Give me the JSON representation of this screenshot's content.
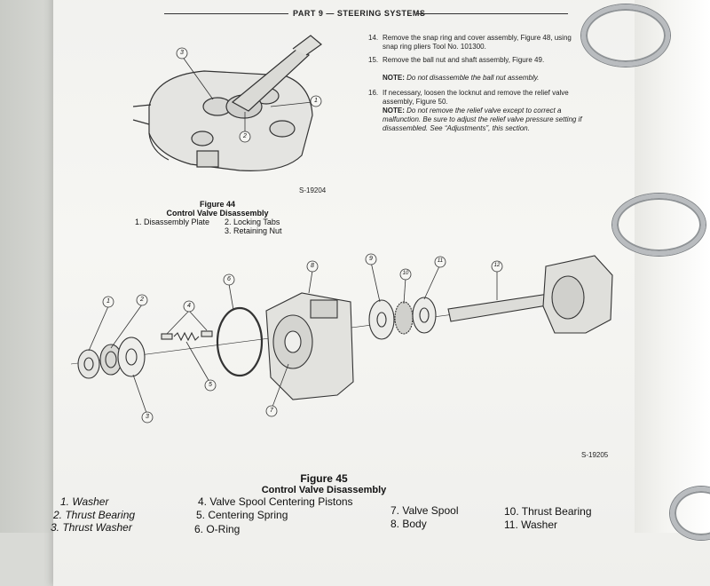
{
  "header": {
    "section": "PART 9 — STEERING SYSTEMS"
  },
  "instructions": [
    {
      "num": "14.",
      "text": "Remove the snap ring and cover assembly, Figure 48, using snap ring pliers Tool No. 101300."
    },
    {
      "num": "15.",
      "text": "Remove the ball nut and shaft assembly, Figure 49."
    },
    {
      "num": "",
      "note_label": "NOTE:",
      "note_text": "Do not disassemble the ball nut assembly."
    },
    {
      "num": "16.",
      "text": "If necessary, loosen the locknut and remove the relief valve assembly, Figure 50."
    },
    {
      "num": "",
      "note_label": "NOTE:",
      "note_text": "Do not remove the relief valve except to correct a malfunction. Be sure to adjust the relief valve pressure setting if disassembled. See “Adjustments”, this section."
    }
  ],
  "figure44": {
    "code": "S-19204",
    "number": "Figure 44",
    "title": "Control Valve Disassembly",
    "callouts": [
      "1",
      "2",
      "3"
    ],
    "legend": [
      "1. Disassembly Plate",
      "2. Locking Tabs",
      "3. Retaining Nut"
    ]
  },
  "figure45": {
    "code": "S-19205",
    "number": "Figure 45",
    "title": "Control Valve Disassembly",
    "callouts": [
      "1",
      "2",
      "3",
      "4",
      "5",
      "6",
      "7",
      "8",
      "9",
      "10",
      "11",
      "12"
    ],
    "legend": [
      "1. Washer",
      "2. Thrust Bearing",
      "3. Thrust Washer",
      "4. Valve Spool Centering Pistons",
      "5. Centering Spring",
      "6. O-Ring",
      "7. Valve Spool",
      "8. Body",
      "10. Thrust Bearing",
      "11. Washer"
    ]
  }
}
